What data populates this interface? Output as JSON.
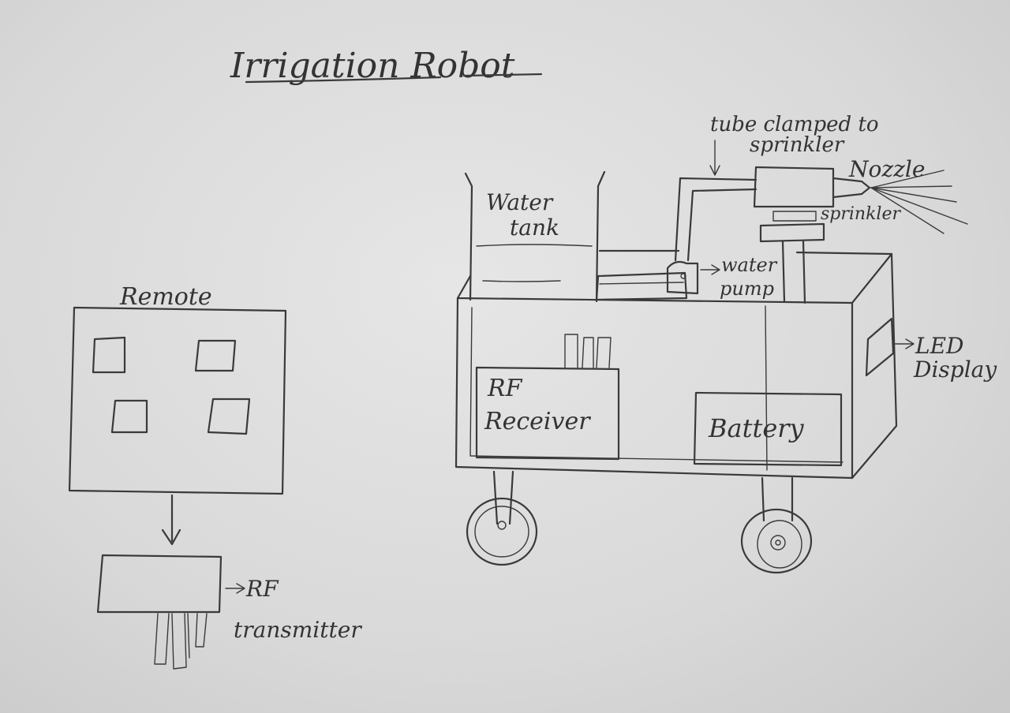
{
  "diagram": {
    "title": "Irrigation Robot",
    "labels": {
      "remote": "Remote",
      "rf_transmitter_line1": "RF",
      "rf_transmitter_line2": "transmitter",
      "water_tank_line1": "Water",
      "water_tank_line2": "tank",
      "tube_line1": "tube clamped to",
      "tube_line2": "sprinkler",
      "nozzle": "Nozzle",
      "sprinkler": "sprinkler",
      "water_pump_line1": "water",
      "water_pump_line2": "pump",
      "led_line1": "LED",
      "led_line2": "Display",
      "rf_receiver_line1": "RF",
      "rf_receiver_line2": "Receiver",
      "battery": "Battery"
    }
  }
}
